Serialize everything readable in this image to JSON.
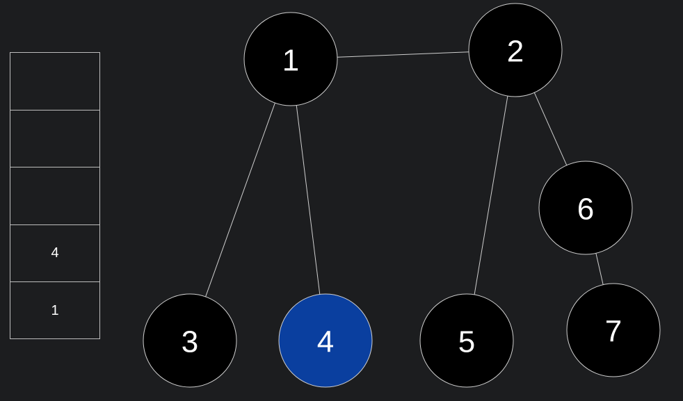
{
  "stack": {
    "cells": [
      "",
      "",
      "",
      "4",
      "1"
    ]
  },
  "graph": {
    "nodes": [
      {
        "id": "1",
        "label": "1",
        "highlighted": false
      },
      {
        "id": "2",
        "label": "2",
        "highlighted": false
      },
      {
        "id": "3",
        "label": "3",
        "highlighted": false
      },
      {
        "id": "4",
        "label": "4",
        "highlighted": true
      },
      {
        "id": "5",
        "label": "5",
        "highlighted": false
      },
      {
        "id": "6",
        "label": "6",
        "highlighted": false
      },
      {
        "id": "7",
        "label": "7",
        "highlighted": false
      }
    ],
    "edges": [
      [
        "1",
        "2"
      ],
      [
        "1",
        "3"
      ],
      [
        "1",
        "4"
      ],
      [
        "2",
        "5"
      ],
      [
        "2",
        "6"
      ],
      [
        "6",
        "7"
      ]
    ]
  },
  "colors": {
    "background": "#1c1d1f",
    "node_fill": "#000000",
    "node_highlight": "#0a3f9f",
    "stroke": "#cfcfcf",
    "text": "#ffffff"
  }
}
